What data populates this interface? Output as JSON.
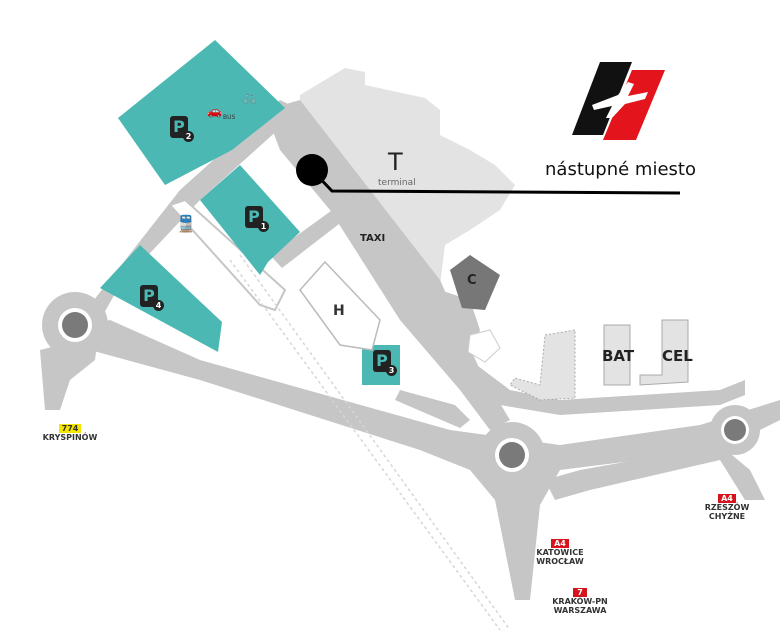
{
  "callout": {
    "label": "nástupné miesto"
  },
  "terminal": {
    "letter": "T",
    "label": "terminal"
  },
  "taxi": {
    "label": "TAXI"
  },
  "buildings": {
    "c": "C",
    "bat": "BAT",
    "cel": "CEL",
    "hotel": "H"
  },
  "bus": {
    "label": "BUS"
  },
  "parkings": [
    {
      "letter": "P",
      "number": "1"
    },
    {
      "letter": "P",
      "number": "2"
    },
    {
      "letter": "P",
      "number": "3"
    },
    {
      "letter": "P",
      "number": "4"
    }
  ],
  "roads": [
    {
      "badge": "774",
      "line1": "KRYSPINÓW",
      "line2": "",
      "color": "#f5e600"
    },
    {
      "badge": "A4",
      "line1": "KATOWICE",
      "line2": "WROCŁAW",
      "color": "#d7141e"
    },
    {
      "badge": "7",
      "line1": "KRAKÓW-PN",
      "line2": "WARSZAWA",
      "color": "#d7141e"
    },
    {
      "badge": "A4",
      "line1": "RZESZÓW",
      "line2": "CHYŻNE",
      "color": "#d7141e"
    }
  ],
  "colors": {
    "parking": "#4bb8b3",
    "road": "#c6c6c6",
    "terminal": "#e3e3e3",
    "logo_red": "#e3141b"
  }
}
